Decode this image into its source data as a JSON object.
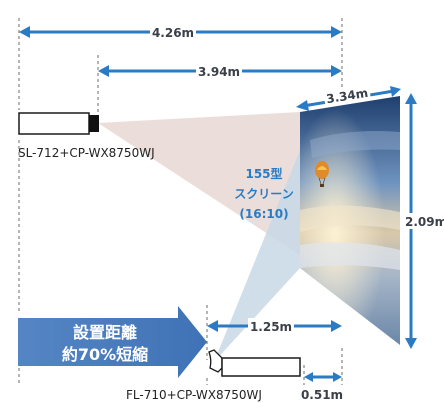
{
  "dimensions": {
    "total_long": "4.26m",
    "screen_to_lens_long": "3.94m",
    "screen_width": "3.34m",
    "screen_height": "2.09m",
    "screen_to_lens_short": "1.25m",
    "short_offset": "0.51m"
  },
  "projectors": {
    "long_throw": "SL-712+CP-WX8750WJ",
    "short_throw": "FL-710+CP-WX8750WJ"
  },
  "screen_spec": {
    "line1": "155型",
    "line2": "スクリーン",
    "line3": "(16:10)"
  },
  "callout": {
    "line1": "設置距離",
    "line2": "約70%短縮"
  },
  "colors": {
    "arrow_blue": "#2b7bc4",
    "callout_blue": "#4a7fc0",
    "long_beam": "#e8d8d3",
    "short_beam": "#c8d8e6"
  }
}
